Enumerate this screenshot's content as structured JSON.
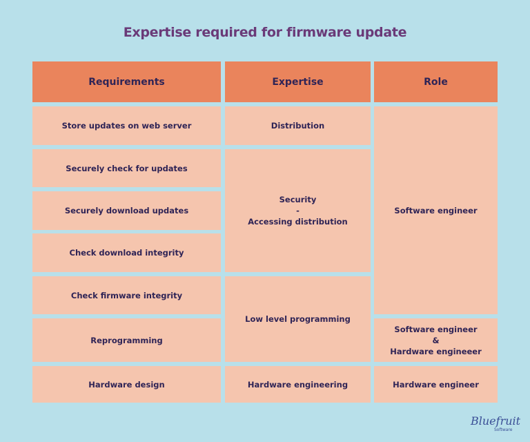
{
  "title": "Expertise required for firmware update",
  "headers": {
    "requirements": "Requirements",
    "expertise": "Expertise",
    "role": "Role"
  },
  "requirements": [
    "Store updates on web server",
    "Securely check for updates",
    "Securely download updates",
    "Check download integrity",
    "Check firmware integrity",
    "Reprogramming",
    "Hardware design"
  ],
  "expertise": [
    {
      "label": "Distribution"
    },
    {
      "line1": "Security",
      "line2": "-",
      "line3": "Accessing distribution"
    },
    {
      "label": "Low level programming"
    },
    {
      "label": "Hardware engineering"
    }
  ],
  "roles": [
    {
      "label": "Software engineer"
    },
    {
      "line1": "Software engineer",
      "line2": "&",
      "line3": "Hardware engineeer"
    },
    {
      "label": "Hardware engineer"
    }
  ],
  "colors": {
    "background": "#b8e0ea",
    "header": "#ea845c",
    "cell": "#f5c5ae",
    "text": "#2f2456",
    "title": "#6a3a78"
  },
  "logo": {
    "brand": "Bluefruit",
    "sub": "Software"
  }
}
